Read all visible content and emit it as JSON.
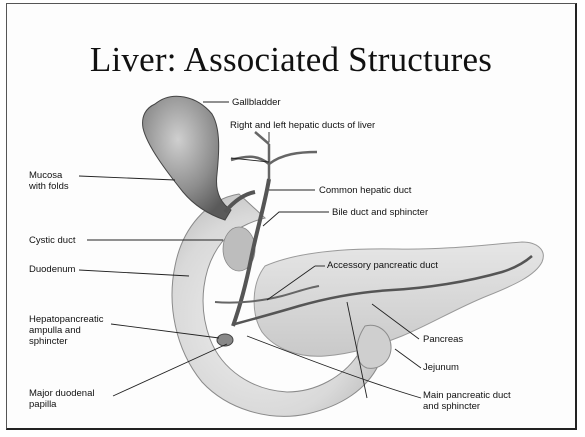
{
  "slide": {
    "title": "Liver: Associated Structures"
  },
  "labels": {
    "gallbladder": "Gallbladder",
    "hepatic_ducts": "Right and left hepatic ducts of liver",
    "mucosa": "Mucosa\nwith folds",
    "common_hepatic": "Common hepatic duct",
    "bile_duct": "Bile duct and sphincter",
    "cystic_duct": "Cystic duct",
    "duodenum": "Duodenum",
    "accessory_pancreatic": "Accessory pancreatic duct",
    "hepatopancreatic": "Hepatopancreatic\nampulla and\nsphincter",
    "pancreas": "Pancreas",
    "jejunum": "Jejunum",
    "major_papilla": "Major duodenal\npapilla",
    "main_pancreatic": "Main pancreatic duct\nand sphincter"
  }
}
